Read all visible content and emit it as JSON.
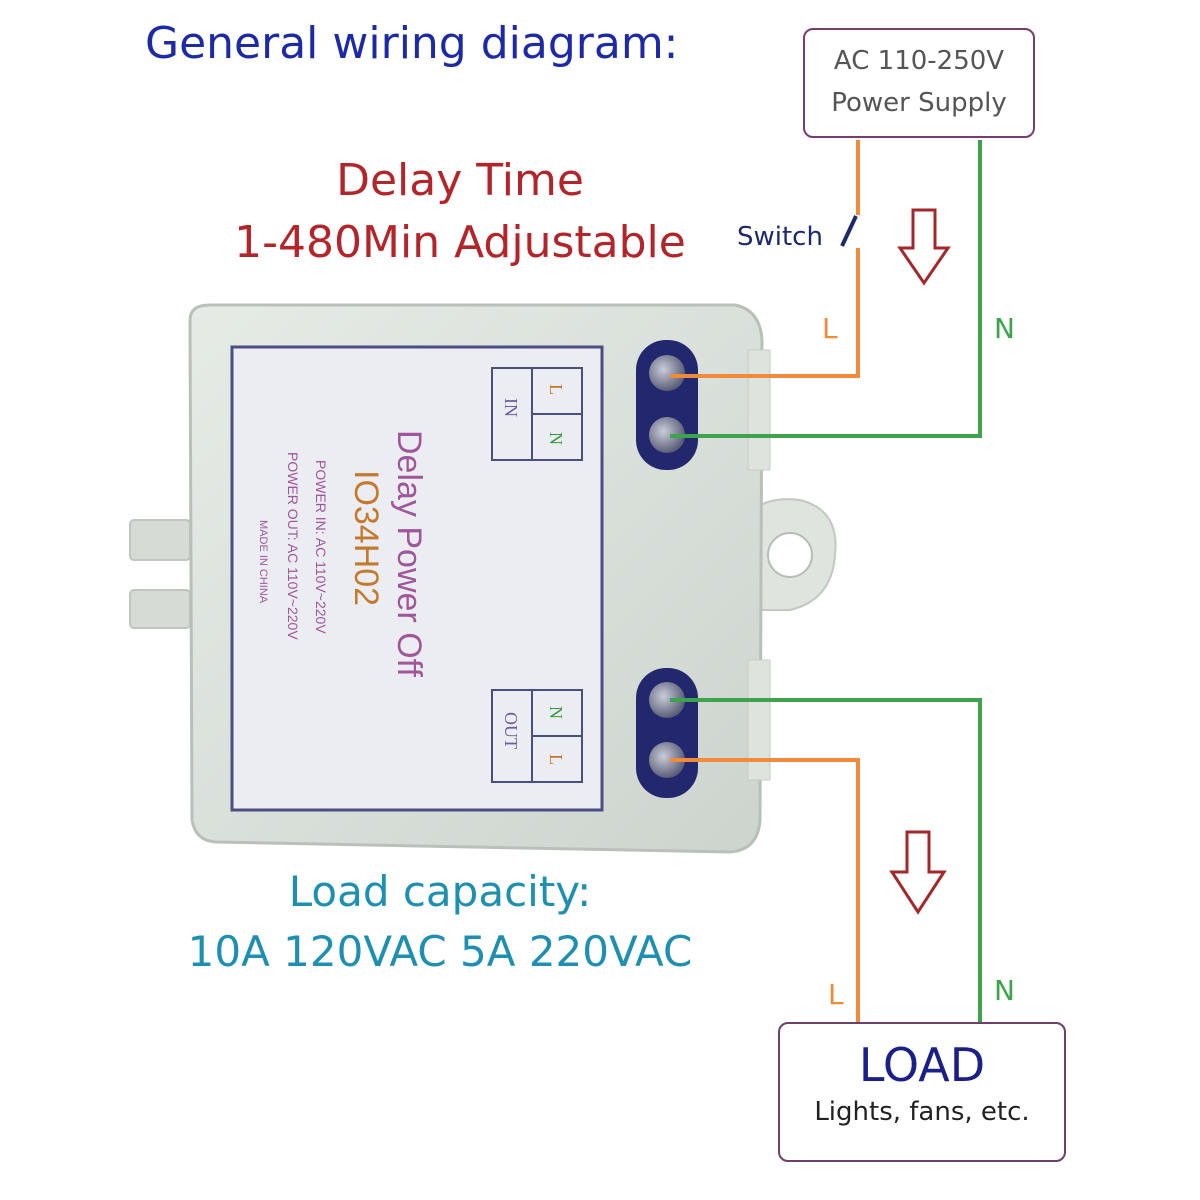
{
  "title": "General wiring diagram:",
  "delay": {
    "line1": "Delay Time",
    "line2": "1-480Min Adjustable"
  },
  "power_supply": {
    "line1": "AC 110-250V",
    "line2": "Power Supply"
  },
  "switch_label": "Switch",
  "wire_labels": {
    "in_l": "L",
    "in_n": "N",
    "out_l": "L",
    "out_n": "N"
  },
  "device": {
    "name": "Delay Power Off",
    "model": "IO34H02",
    "power_in": "POWER IN: AC 110V~220V",
    "power_out": "POWER OUT: AC 110V~220V",
    "origin": "MADE IN CHINA",
    "in_label": "IN",
    "out_label": "OUT",
    "term_l": "L",
    "term_n": "N"
  },
  "load_capacity": {
    "line1": "Load capacity:",
    "line2": "10A 120VAC 5A 220VAC"
  },
  "load": {
    "title": "LOAD",
    "subtitle": "Lights, fans, etc."
  },
  "colors": {
    "live_wire": "#f08a3c",
    "neutral_wire": "#3fa34d",
    "arrow": "#a3282b",
    "title": "#1d2aa8",
    "delay_text": "#b2262b",
    "load_capacity_text": "#1e8fb0"
  }
}
